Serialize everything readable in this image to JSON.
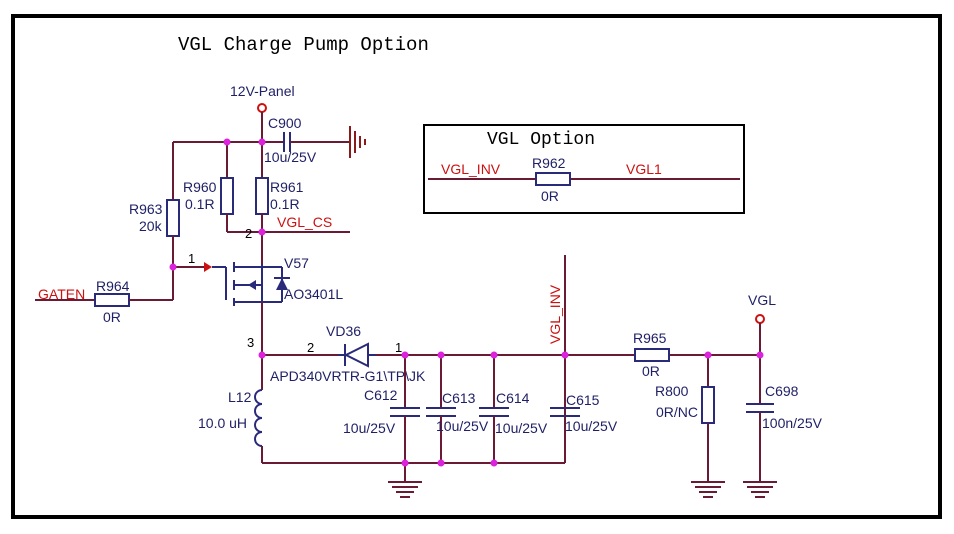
{
  "title": "VGL Charge Pump Option",
  "option_box": {
    "title": "VGL Option",
    "net_in": "VGL_INV",
    "net_out": "VGL1",
    "resistor": {
      "ref": "R962",
      "value": "0R"
    }
  },
  "power": {
    "panel": "12V-Panel",
    "vgl": "VGL"
  },
  "nets": {
    "gaten": "GATEN",
    "vgl_cs": "VGL_CS",
    "vgl_inv": "VGL_INV"
  },
  "components": {
    "c900": {
      "ref": "C900",
      "value": "10u/25V"
    },
    "r960": {
      "ref": "R960",
      "value": "0.1R"
    },
    "r961": {
      "ref": "R961",
      "value": "0.1R"
    },
    "r963": {
      "ref": "R963",
      "value": "20k"
    },
    "r964": {
      "ref": "R964",
      "value": "0R"
    },
    "v57": {
      "ref": "V57",
      "value": "AO3401L"
    },
    "vd36": {
      "ref": "VD36",
      "value": "APD340VRTR-G1\\TP\\JK"
    },
    "l12": {
      "ref": "L12",
      "value": "10.0 uH"
    },
    "c612": {
      "ref": "C612",
      "value": "10u/25V"
    },
    "c613": {
      "ref": "C613",
      "value": "10u/25V"
    },
    "c614": {
      "ref": "C614",
      "value": "10u/25V"
    },
    "c615": {
      "ref": "C615",
      "value": "10u/25V"
    },
    "r965": {
      "ref": "R965",
      "value": "0R"
    },
    "r800": {
      "ref": "R800",
      "value": "0R/NC"
    },
    "c698": {
      "ref": "C698",
      "value": "100n/25V"
    }
  },
  "pins": {
    "gate": "1",
    "drain": "2",
    "source": "3",
    "diode_a": "2",
    "diode_k": "1"
  },
  "colors": {
    "wire": "#6b1a33",
    "component": "#2a2a7a",
    "net_label": "#cc1111",
    "junction": "#dd22dd",
    "frame": "#000000"
  }
}
